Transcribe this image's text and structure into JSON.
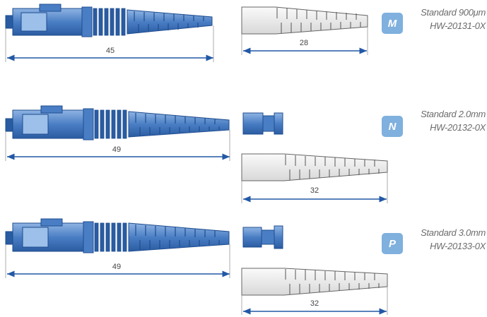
{
  "variants": [
    {
      "badge": "M",
      "description": "Standard 900μm",
      "part_number": "HW-20131-0X",
      "connector_length": "45",
      "boot_length": "28",
      "has_crimp_sleeve": false
    },
    {
      "badge": "N",
      "description": "Standard 2.0mm",
      "part_number": "HW-20132-0X",
      "connector_length": "49",
      "boot_length": "32",
      "has_crimp_sleeve": true
    },
    {
      "badge": "P",
      "description": "Standard 3.0mm",
      "part_number": "HW-20133-0X",
      "connector_length": "49",
      "boot_length": "32",
      "has_crimp_sleeve": true
    }
  ],
  "colors": {
    "connector_blue": "#4a7ec4",
    "connector_dark": "#1f4d8f",
    "boot_grey": "#e9e9e9",
    "arrow_blue": "#2258a6",
    "badge_blue": "#7fb0de",
    "text_grey": "#6c6c6c"
  }
}
